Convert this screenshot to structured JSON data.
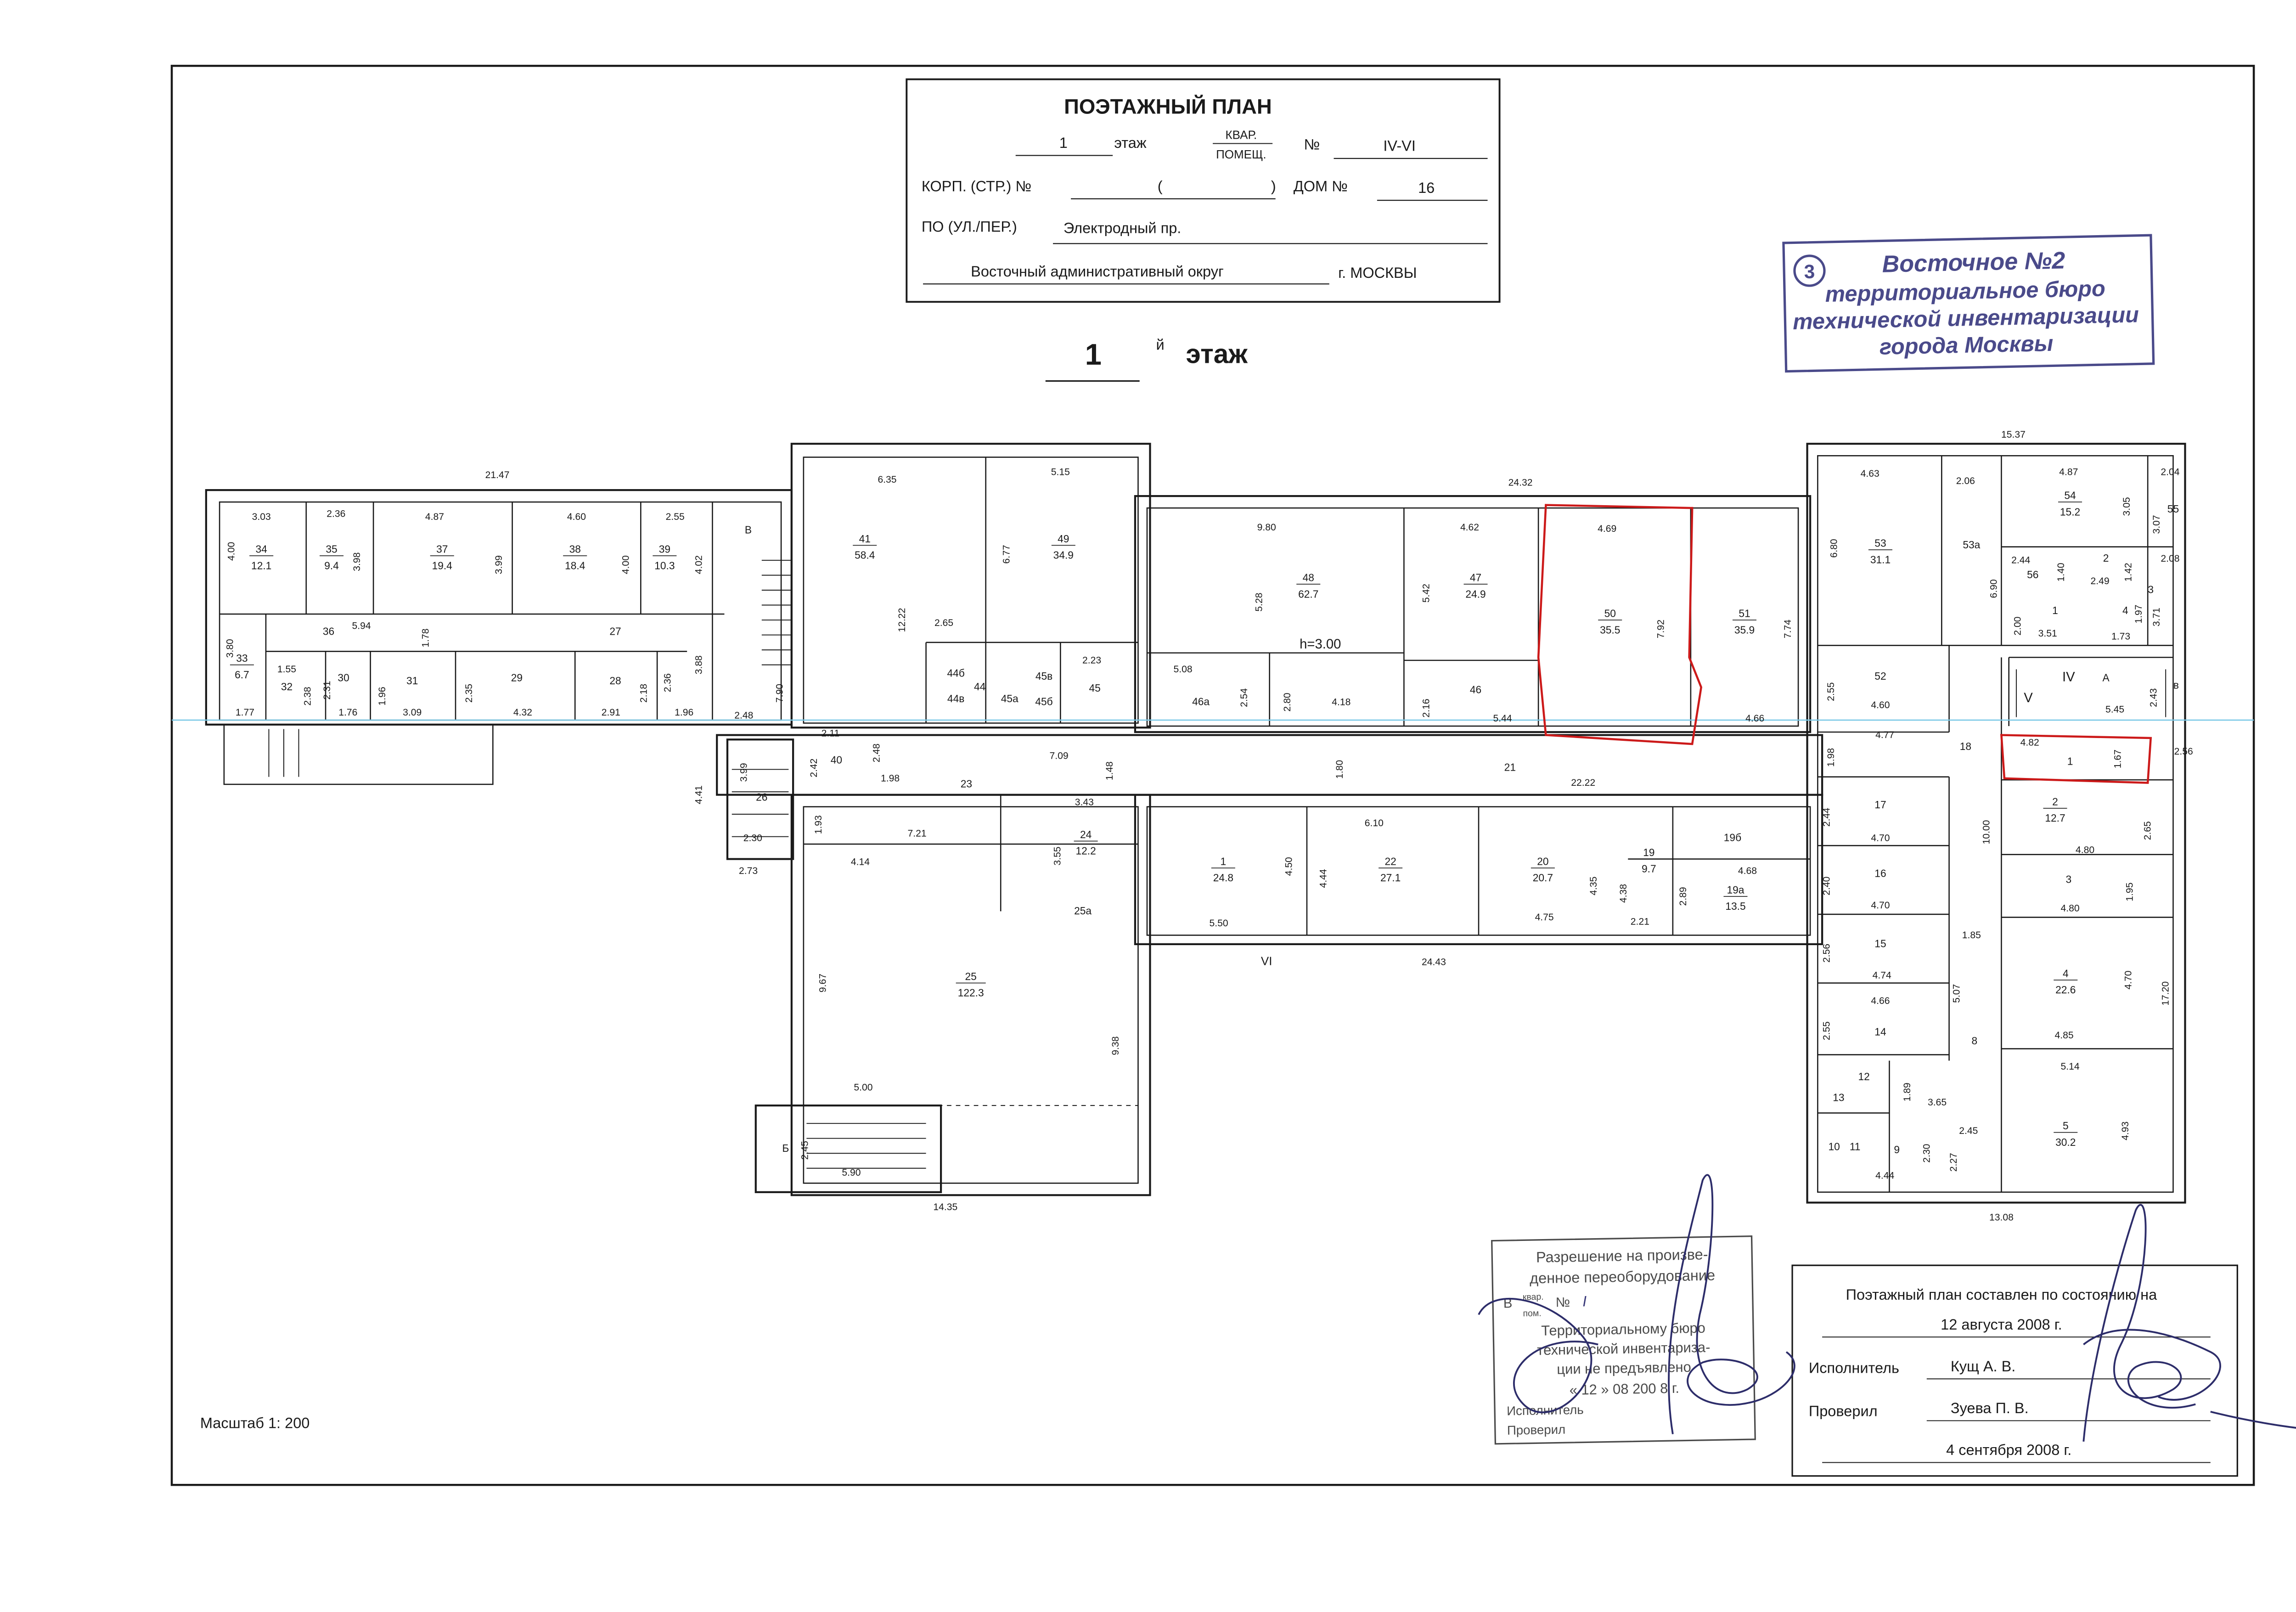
{
  "header": {
    "title": "ПОЭТАЖНЫЙ ПЛАН",
    "floor_value": "1",
    "floor_label": "этаж",
    "kvar_label": "КВАР.",
    "pomesch_label": "ПОМЕЩ.",
    "number_label": "№",
    "number_value": "IV-VI",
    "korp_label": "КОРП. (СТР.) №",
    "korp_open": "(",
    "korp_close": ")",
    "dom_label": "ДОМ №",
    "dom_value": "16",
    "street_label": "ПО (УЛ./ПЕР.)",
    "street_value": "Электродный пр.",
    "district_value": "Восточный административный округ",
    "city_label": "г. МОСКВЫ"
  },
  "stamp": {
    "number": "3",
    "lines": [
      "Восточное №2",
      "территориальное бюро",
      "технической инвентаризации",
      "города Москвы"
    ],
    "color": "#4a4a8a"
  },
  "floor_title": {
    "number": "1",
    "suffix": "й",
    "word": "этаж"
  },
  "scale_label": "Масштаб 1: 200",
  "permission": {
    "lines": [
      "Разрешение на произве-",
      "денное переоборудование"
    ],
    "kvar": "квар.",
    "pom": "пом.",
    "v_label": "В",
    "num_label": "№",
    "num_value": "I",
    "body_lines": [
      "Территориальному бюро",
      "технической инвентариза-",
      "ции не предъявлено"
    ],
    "date": "«  12  » 08 200 8 г.",
    "performer_label": "Исполнитель",
    "checked_label": "Проверил"
  },
  "status_box": {
    "line1": "Поэтажный план составлен по состоянию на",
    "date": "12 августа 2008 г.",
    "performer_label": "Исполнитель",
    "performer_name": "Кущ А. В.",
    "checker_label": "Проверил",
    "checker_name": "Зуева П. В.",
    "final_date": "4 сентября 2008 г."
  },
  "colors": {
    "line": "#1a1a1a",
    "highlight": "#cc1a1a",
    "stamp": "#4a4a8a",
    "guide": "#79c8e6"
  },
  "rooms": [
    {
      "id": "rm-34",
      "n": "34",
      "a": "12.1"
    },
    {
      "id": "rm-35",
      "n": "35",
      "a": "9.4"
    },
    {
      "id": "rm-37",
      "n": "37",
      "a": "19.4"
    },
    {
      "id": "rm-38",
      "n": "38",
      "a": "18.4"
    },
    {
      "id": "rm-39",
      "n": "39",
      "a": "10.3"
    },
    {
      "id": "rm-33",
      "n": "33",
      "a": "6.7"
    },
    {
      "id": "rm-41",
      "n": "41",
      "a": "58.4"
    },
    {
      "id": "rm-49",
      "n": "49",
      "a": "34.9"
    },
    {
      "id": "rm-48",
      "n": "48",
      "a": "62.7"
    },
    {
      "id": "rm-47",
      "n": "47",
      "a": "24.9"
    },
    {
      "id": "rm-50",
      "n": "50",
      "a": "35.5"
    },
    {
      "id": "rm-51",
      "n": "51",
      "a": "35.9"
    },
    {
      "id": "rm-53",
      "n": "53",
      "a": "31.1"
    },
    {
      "id": "rm-54",
      "n": "54",
      "a": "15.2"
    },
    {
      "id": "rm-52",
      "n": "52",
      "a": ""
    },
    {
      "id": "rm-24",
      "n": "24",
      "a": "12.2"
    },
    {
      "id": "rm-25",
      "n": "25",
      "a": "122.3"
    },
    {
      "id": "rm-1",
      "n": "1",
      "a": "24.8"
    },
    {
      "id": "rm-22",
      "n": "22",
      "a": "27.1"
    },
    {
      "id": "rm-20",
      "n": "20",
      "a": "20.7"
    },
    {
      "id": "rm-19",
      "n": "19",
      "a": "9.7"
    },
    {
      "id": "rm-19a",
      "n": "19а",
      "a": "13.5"
    },
    {
      "id": "rm-2",
      "n": "2",
      "a": "12.7"
    },
    {
      "id": "rm-4",
      "n": "4",
      "a": "22.6"
    },
    {
      "id": "rm-5",
      "n": "5",
      "a": "30.2"
    }
  ],
  "labels": [
    {
      "id": "lb-36",
      "t": "36"
    },
    {
      "id": "lb-27",
      "t": "27"
    },
    {
      "id": "lb-32",
      "t": "32"
    },
    {
      "id": "lb-30",
      "t": "30"
    },
    {
      "id": "lb-31",
      "t": "31"
    },
    {
      "id": "lb-29",
      "t": "29"
    },
    {
      "id": "lb-28",
      "t": "28"
    },
    {
      "id": "lb-B",
      "t": "В"
    },
    {
      "id": "lb-44b",
      "t": "44б"
    },
    {
      "id": "lb-44v",
      "t": "44в"
    },
    {
      "id": "lb-44",
      "t": "44"
    },
    {
      "id": "lb-45a",
      "t": "45а"
    },
    {
      "id": "lb-45v",
      "t": "45в"
    },
    {
      "id": "lb-45b",
      "t": "45б"
    },
    {
      "id": "lb-45",
      "t": "45"
    },
    {
      "id": "lb-46a",
      "t": "46а"
    },
    {
      "id": "lb-h",
      "t": "h=3.00"
    },
    {
      "id": "lb-46",
      "t": "46"
    },
    {
      "id": "lb-53a",
      "t": "53а"
    },
    {
      "id": "lb-56",
      "t": "56"
    },
    {
      "id": "lb-n2",
      "t": "2"
    },
    {
      "id": "lb-n3",
      "t": "3"
    },
    {
      "id": "lb-n1",
      "t": "1"
    },
    {
      "id": "lb-n4",
      "t": "4"
    },
    {
      "id": "lb-55",
      "t": "55"
    },
    {
      "id": "lb-V",
      "t": "V"
    },
    {
      "id": "lb-IV",
      "t": "IV"
    },
    {
      "id": "lb-A",
      "t": "А"
    },
    {
      "id": "lb-vv",
      "t": "в"
    },
    {
      "id": "lb-40",
      "t": "40"
    },
    {
      "id": "lb-26",
      "t": "26"
    },
    {
      "id": "lb-23",
      "t": "23"
    },
    {
      "id": "lb-21",
      "t": "21"
    },
    {
      "id": "lb-18",
      "t": "18"
    },
    {
      "id": "lb-1r",
      "t": "1"
    },
    {
      "id": "lb-25a",
      "t": "25а"
    },
    {
      "id": "lb-19b",
      "t": "19б"
    },
    {
      "id": "lb-VI",
      "t": "VI"
    },
    {
      "id": "lb-17",
      "t": "17"
    },
    {
      "id": "lb-16",
      "t": "16"
    },
    {
      "id": "lb-15",
      "t": "15"
    },
    {
      "id": "lb-14",
      "t": "14"
    },
    {
      "id": "lb-3r",
      "t": "3"
    },
    {
      "id": "lb-8",
      "t": "8"
    },
    {
      "id": "lb-12",
      "t": "12"
    },
    {
      "id": "lb-13",
      "t": "13"
    },
    {
      "id": "lb-10",
      "t": "10"
    },
    {
      "id": "lb-11",
      "t": "11"
    },
    {
      "id": "lb-9",
      "t": "9"
    },
    {
      "id": "lb-Bs",
      "t": "Б"
    }
  ],
  "dims": [
    {
      "id": "d1",
      "t": "21.47"
    },
    {
      "id": "d2",
      "t": "3.03"
    },
    {
      "id": "d3",
      "t": "2.36"
    },
    {
      "id": "d4",
      "t": "4.87"
    },
    {
      "id": "d5",
      "t": "4.60"
    },
    {
      "id": "d6",
      "t": "2.55"
    },
    {
      "id": "d7",
      "t": "4.00"
    },
    {
      "id": "d8",
      "t": "3.98"
    },
    {
      "id": "d9",
      "t": "3.99"
    },
    {
      "id": "d10",
      "t": "4.00"
    },
    {
      "id": "d11",
      "t": "4.02"
    },
    {
      "id": "d12",
      "t": "5.94"
    },
    {
      "id": "d13",
      "t": "1.78"
    },
    {
      "id": "d14",
      "t": "3.80"
    },
    {
      "id": "d15",
      "t": "1.55"
    },
    {
      "id": "d16",
      "t": "2.38"
    },
    {
      "id": "d17",
      "t": "2.31"
    },
    {
      "id": "d18",
      "t": "1.96"
    },
    {
      "id": "d19",
      "t": "2.35"
    },
    {
      "id": "d20",
      "t": "2.18"
    },
    {
      "id": "d21",
      "t": "2.36"
    },
    {
      "id": "d22",
      "t": "3.88"
    },
    {
      "id": "d23",
      "t": "1.77"
    },
    {
      "id": "d24",
      "t": "1.76"
    },
    {
      "id": "d25",
      "t": "3.09"
    },
    {
      "id": "d26",
      "t": "4.32"
    },
    {
      "id": "d27",
      "t": "2.91"
    },
    {
      "id": "d28",
      "t": "1.96"
    },
    {
      "id": "d29",
      "t": "2.48"
    },
    {
      "id": "d30",
      "t": "7.90"
    },
    {
      "id": "d31",
      "t": "6.35"
    },
    {
      "id": "d32",
      "t": "5.15"
    },
    {
      "id": "d33",
      "t": "6.77"
    },
    {
      "id": "d34",
      "t": "12.22"
    },
    {
      "id": "d35",
      "t": "2.65"
    },
    {
      "id": "d36",
      "t": "2.23"
    },
    {
      "id": "d37",
      "t": "24.32"
    },
    {
      "id": "d38",
      "t": "9.80"
    },
    {
      "id": "d39",
      "t": "4.62"
    },
    {
      "id": "d40",
      "t": "4.69"
    },
    {
      "id": "d41",
      "t": "5.28"
    },
    {
      "id": "d42",
      "t": "5.42"
    },
    {
      "id": "d43",
      "t": "7.92"
    },
    {
      "id": "d44",
      "t": "7.74"
    },
    {
      "id": "d45",
      "t": "5.08"
    },
    {
      "id": "d46",
      "t": "2.54"
    },
    {
      "id": "d47",
      "t": "2.80"
    },
    {
      "id": "d48",
      "t": "4.18"
    },
    {
      "id": "d49",
      "t": "2.16"
    },
    {
      "id": "d50",
      "t": "5.44"
    },
    {
      "id": "d51",
      "t": "4.66"
    },
    {
      "id": "d52",
      "t": "15.37"
    },
    {
      "id": "d53",
      "t": "4.63"
    },
    {
      "id": "d54",
      "t": "2.06"
    },
    {
      "id": "d55",
      "t": "4.87"
    },
    {
      "id": "d56",
      "t": "2.04"
    },
    {
      "id": "d57",
      "t": "6.80"
    },
    {
      "id": "d58",
      "t": "3.05"
    },
    {
      "id": "d59",
      "t": "3.07"
    },
    {
      "id": "d60",
      "t": "2.44"
    },
    {
      "id": "d61",
      "t": "2.08"
    },
    {
      "id": "d62",
      "t": "1.40"
    },
    {
      "id": "d63",
      "t": "2.49"
    },
    {
      "id": "d64",
      "t": "1.42"
    },
    {
      "id": "d65",
      "t": "6.90"
    },
    {
      "id": "d66",
      "t": "2.00"
    },
    {
      "id": "d67",
      "t": "3.51"
    },
    {
      "id": "d68",
      "t": "1.97"
    },
    {
      "id": "d69",
      "t": "1.73"
    },
    {
      "id": "d70",
      "t": "3.71"
    },
    {
      "id": "d71",
      "t": "2.55"
    },
    {
      "id": "d72",
      "t": "4.60"
    },
    {
      "id": "d73",
      "t": "4.77"
    },
    {
      "id": "d74",
      "t": "5.45"
    },
    {
      "id": "d75",
      "t": "2.43"
    },
    {
      "id": "d76",
      "t": "4.82"
    },
    {
      "id": "d77",
      "t": "1.67"
    },
    {
      "id": "d78",
      "t": "2.56"
    },
    {
      "id": "d79",
      "t": "2.11"
    },
    {
      "id": "d80",
      "t": "2.42"
    },
    {
      "id": "d81",
      "t": "2.48"
    },
    {
      "id": "d82",
      "t": "1.98"
    },
    {
      "id": "d83",
      "t": "7.09"
    },
    {
      "id": "d84",
      "t": "1.48"
    },
    {
      "id": "d85",
      "t": "1.80"
    },
    {
      "id": "d86",
      "t": "22.22"
    },
    {
      "id": "d87",
      "t": "1.98"
    },
    {
      "id": "d88",
      "t": "3.99"
    },
    {
      "id": "d89",
      "t": "4.41"
    },
    {
      "id": "d90",
      "t": "2.30"
    },
    {
      "id": "d91",
      "t": "2.73"
    },
    {
      "id": "d92",
      "t": "1.93"
    },
    {
      "id": "d93",
      "t": "7.21"
    },
    {
      "id": "d94",
      "t": "3.43"
    },
    {
      "id": "d95",
      "t": "3.55"
    },
    {
      "id": "d96",
      "t": "6.10"
    },
    {
      "id": "d97",
      "t": "4.68"
    },
    {
      "id": "d98",
      "t": "2.44"
    },
    {
      "id": "d99",
      "t": "4.70"
    },
    {
      "id": "d100",
      "t": "2.65"
    },
    {
      "id": "d101",
      "t": "4.80"
    },
    {
      "id": "d102",
      "t": "10.00"
    },
    {
      "id": "d103",
      "t": "4.14"
    },
    {
      "id": "d104",
      "t": "4.50"
    },
    {
      "id": "d105",
      "t": "4.44"
    },
    {
      "id": "d106",
      "t": "4.35"
    },
    {
      "id": "d107",
      "t": "4.38"
    },
    {
      "id": "d108",
      "t": "2.89"
    },
    {
      "id": "d109",
      "t": "2.40"
    },
    {
      "id": "d110",
      "t": "4.70"
    },
    {
      "id": "d111",
      "t": "4.80"
    },
    {
      "id": "d112",
      "t": "1.95"
    },
    {
      "id": "d113",
      "t": "5.50"
    },
    {
      "id": "d114",
      "t": "4.75"
    },
    {
      "id": "d115",
      "t": "2.21"
    },
    {
      "id": "d116",
      "t": "1.85"
    },
    {
      "id": "d117",
      "t": "24.43"
    },
    {
      "id": "d118",
      "t": "2.56"
    },
    {
      "id": "d119",
      "t": "4.74"
    },
    {
      "id": "d120",
      "t": "4.66"
    },
    {
      "id": "d121",
      "t": "4.70"
    },
    {
      "id": "d122",
      "t": "17.20"
    },
    {
      "id": "d123",
      "t": "9.67"
    },
    {
      "id": "d124",
      "t": "9.38"
    },
    {
      "id": "d125",
      "t": "2.55"
    },
    {
      "id": "d126",
      "t": "5.07"
    },
    {
      "id": "d127",
      "t": "4.85"
    },
    {
      "id": "d128",
      "t": "5.14"
    },
    {
      "id": "d129",
      "t": "5.00"
    },
    {
      "id": "d130",
      "t": "1.89"
    },
    {
      "id": "d131",
      "t": "3.65"
    },
    {
      "id": "d132",
      "t": "2.45"
    },
    {
      "id": "d133",
      "t": "4.93"
    },
    {
      "id": "d134",
      "t": "2.45"
    },
    {
      "id": "d135",
      "t": "2.30"
    },
    {
      "id": "d136",
      "t": "5.90"
    },
    {
      "id": "d137",
      "t": "2.27"
    },
    {
      "id": "d138",
      "t": "4.44"
    },
    {
      "id": "d139",
      "t": "14.35"
    },
    {
      "id": "d140",
      "t": "13.08"
    }
  ]
}
